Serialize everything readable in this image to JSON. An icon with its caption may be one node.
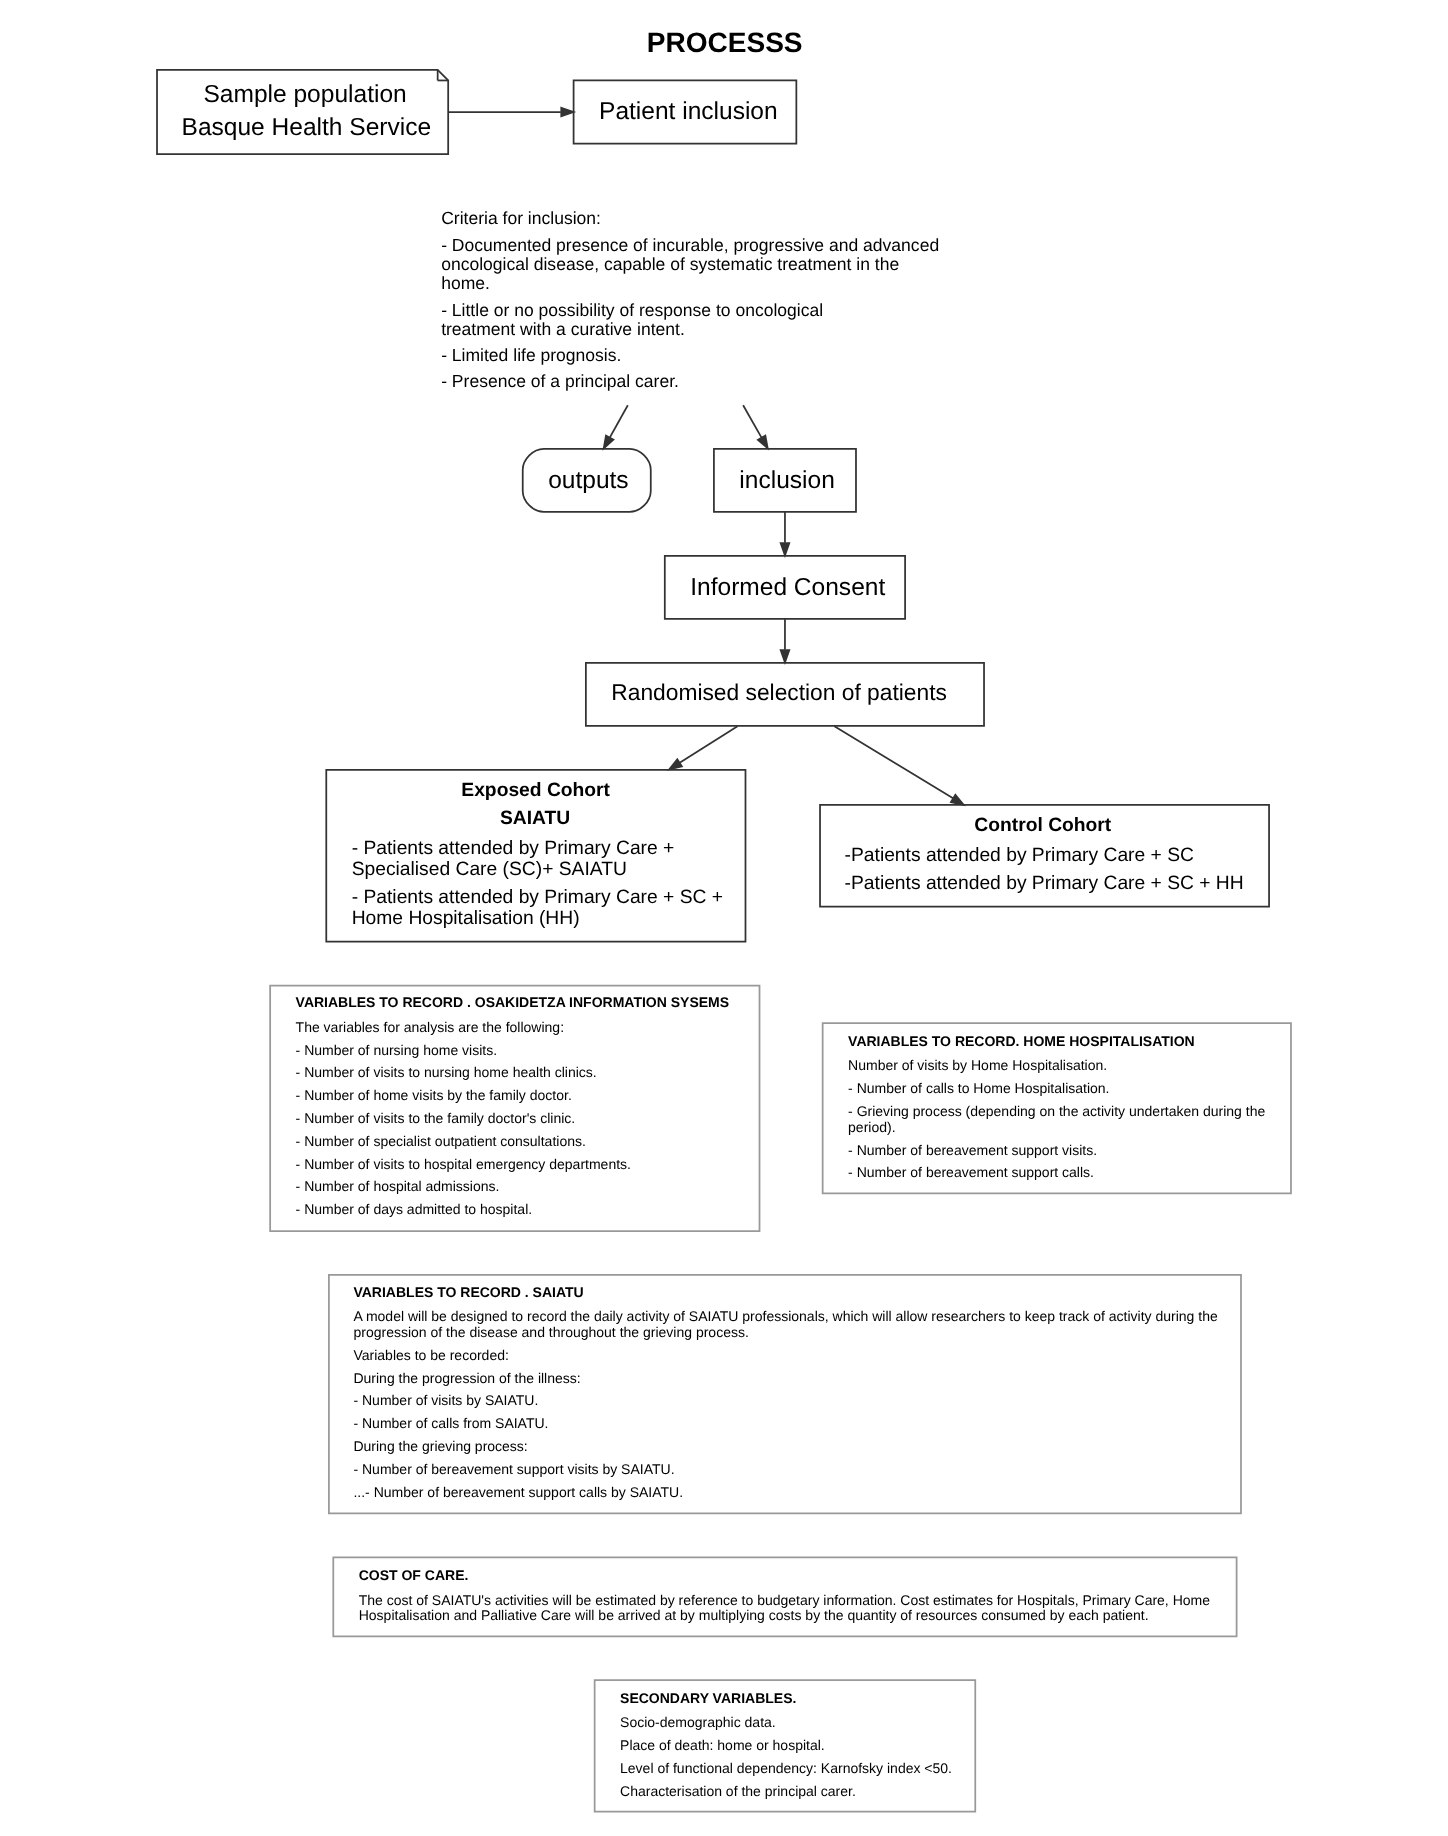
{
  "diagram": {
    "title": "PROCESSS",
    "nodes": [
      {
        "text": [
          "Sample population",
          "Basque Health Service"
        ]
      },
      {
        "text": [
          "Patient inclusion"
        ]
      },
      {
        "text": [
          "Criteria for inclusion:",
          "- Documented presence of incurable, progressive and advanced oncological disease, capable of systematic treatment in the home.",
          "- Little or no possibility of response to oncological treatment with a curative intent.",
          "- Limited life prognosis.",
          "- Presence of a principal carer."
        ]
      },
      {
        "text": [
          "outputs"
        ]
      },
      {
        "text": [
          "inclusion"
        ]
      },
      {
        "text": [
          "Informed Consent"
        ]
      },
      {
        "text": [
          "Randomised selection of patients"
        ]
      },
      {
        "text": [
          "Exposed Cohort",
          "SAIATU",
          "- Patients attended by Primary Care + Specialised Care (SC)+ SAIATU",
          "- Patients attended by Primary Care + SC + Home Hospitalisation (HH)"
        ]
      },
      {
        "text": [
          "Control Cohort",
          "-Patients attended by Primary Care + SC",
          "-Patients attended by Primary Care + SC + HH"
        ]
      },
      {
        "text": [
          "VARIABLES TO RECORD . OSAKIDETZA INFORMATION SYSEMS",
          "The variables for analysis are the following:",
          "- Number of nursing home visits.",
          "- Number of visits to nursing home health clinics.",
          "- Number of home visits by the family doctor.",
          "- Number of visits to the family doctor's clinic.",
          "- Number of specialist outpatient consultations.",
          "- Number of visits to hospital emergency departments.",
          "- Number of hospital admissions.",
          "- Number of days admitted to hospital."
        ]
      },
      {
        "text": [
          "VARIABLES TO RECORD. HOME HOSPITALISATION",
          "Number of visits by Home Hospitalisation.",
          "- Number of calls to Home Hospitalisation.",
          "- Grieving process (depending on the activity undertaken during the period).",
          "- Number of bereavement support visits.",
          "- Number of bereavement support calls."
        ]
      },
      {
        "text": [
          "VARIABLES TO RECORD . SAIATU",
          "A model will be designed to record the daily activity of SAIATU professionals, which will allow researchers to keep track of activity during the progression of the disease and throughout the grieving process.",
          "Variables to be recorded:",
          "During the progression of the illness:",
          "- Number of visits by SAIATU.",
          "- Number of calls from SAIATU.",
          "During the grieving process:",
          "- Number of bereavement support visits by SAIATU.",
          "...- Number of bereavement support calls by SAIATU."
        ]
      },
      {
        "text": [
          "COST OF CARE.",
          "The cost of SAIATU's activities will be estimated by reference to budgetary information. Cost estimates for Hospitals, Primary Care, Home Hospitalisation and Palliative Care will be arrived at by multiplying costs by the quantity of resources consumed by each patient."
        ]
      },
      {
        "text": [
          "SECONDARY VARIABLES.",
          "Socio-demographic data.",
          "Place of death: home or hospital.",
          "Level of functional dependency: Karnofsky index <50.",
          "Characterisation of the principal carer."
        ]
      }
    ],
    "edges": [
      {
        "from": 0,
        "to": 1,
        "arrow": "to"
      },
      {
        "from": 2,
        "to": 3,
        "arrow": "to"
      },
      {
        "from": 2,
        "to": 4,
        "arrow": "to"
      },
      {
        "from": 4,
        "to": 5,
        "arrow": "to"
      },
      {
        "from": 5,
        "to": 6,
        "arrow": "to"
      },
      {
        "from": 6,
        "to": 7,
        "arrow": "to"
      },
      {
        "from": 6,
        "to": 8,
        "arrow": "to"
      }
    ]
  }
}
